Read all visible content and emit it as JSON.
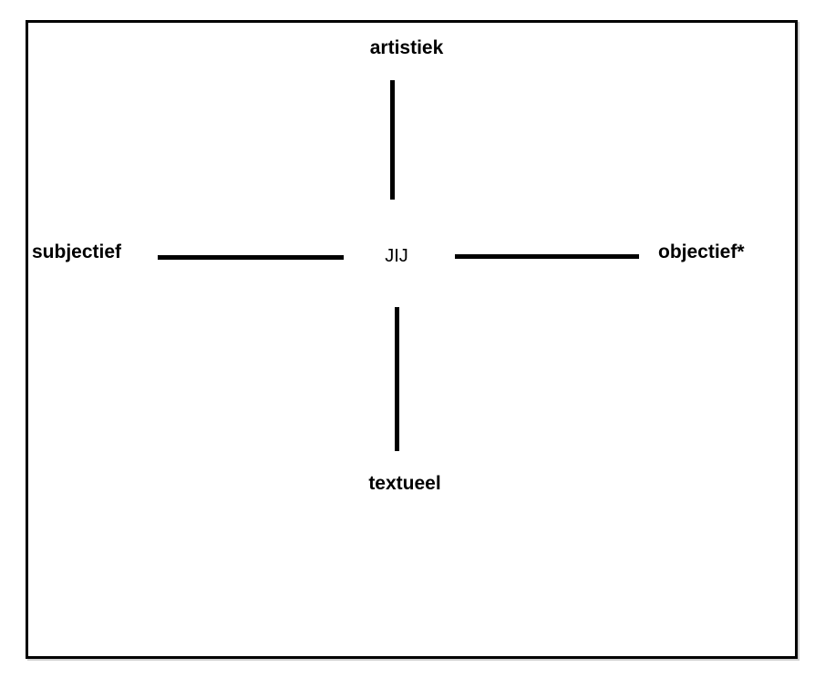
{
  "diagram": {
    "center_label": "JIJ",
    "axis_labels": {
      "top": "artistiek",
      "bottom": "textueel",
      "left": "subjectief",
      "right": "objectief*"
    },
    "colors": {
      "line": "#000000",
      "text": "#000000",
      "border": "#000000",
      "background": "#ffffff"
    }
  }
}
